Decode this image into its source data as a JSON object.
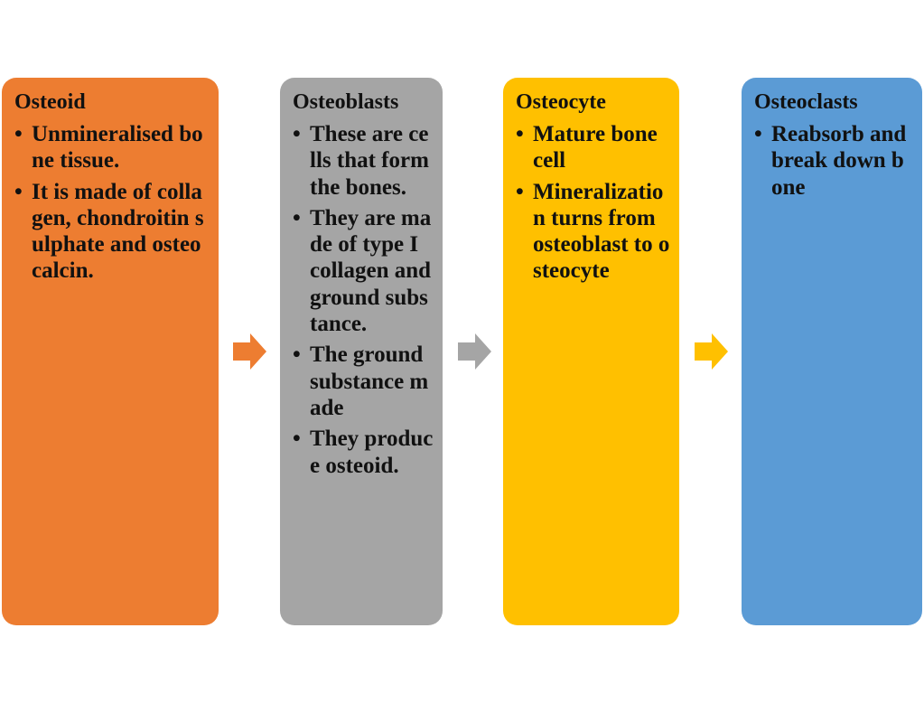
{
  "colors": {
    "osteoid": "#ED7D31",
    "osteoblasts": "#A5A5A5",
    "osteocyte": "#FFC000",
    "osteoclasts": "#5B9BD5"
  },
  "stages": [
    {
      "title": "Osteoid",
      "bullets": [
        "Unmineralised bone tissue.",
        "It is made of collagen, chondroitin sulphate and osteocalcin."
      ]
    },
    {
      "title": "Osteoblasts",
      "bullets": [
        "These are cells that form the bones.",
        "They are made of type I collagen and ground substance.",
        "The ground substance made",
        "They produce osteoid."
      ]
    },
    {
      "title": "Osteocyte",
      "bullets": [
        "Mature bone cell",
        "Mineralization turns from osteoblast to osteocyte"
      ]
    },
    {
      "title": "Osteoclasts",
      "bullets": [
        "Reabsorb and break down bone"
      ]
    }
  ],
  "arrows": [
    {
      "icon": "right-arrow-icon",
      "color": "#ED7D31"
    },
    {
      "icon": "right-arrow-icon",
      "color": "#A5A5A5"
    },
    {
      "icon": "right-arrow-icon",
      "color": "#FFC000"
    }
  ]
}
